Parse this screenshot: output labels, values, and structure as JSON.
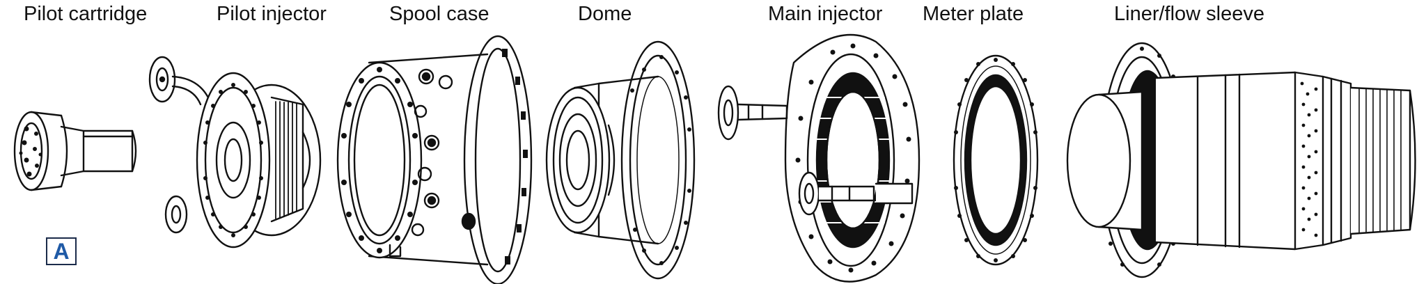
{
  "labels": {
    "pilot_cartridge": "Pilot cartridge",
    "pilot_injector": "Pilot injector",
    "spool_case": "Spool case",
    "dome": "Dome",
    "main_injector": "Main injector",
    "meter_plate": "Meter plate",
    "liner_flow_sleeve": "Liner/flow sleeve"
  },
  "panel_label": "A",
  "colors": {
    "ink": "#111111",
    "badge_border": "#1b2b4a",
    "badge_text": "#1f5aa6",
    "background": "#ffffff"
  }
}
